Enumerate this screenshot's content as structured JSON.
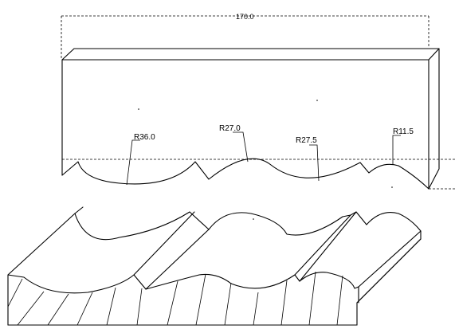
{
  "dimensions": {
    "length": "170.0"
  },
  "radii": [
    {
      "label": "R36.0"
    },
    {
      "label": "R27.0"
    },
    {
      "label": "R27.5"
    },
    {
      "label": "R11.5"
    }
  ]
}
